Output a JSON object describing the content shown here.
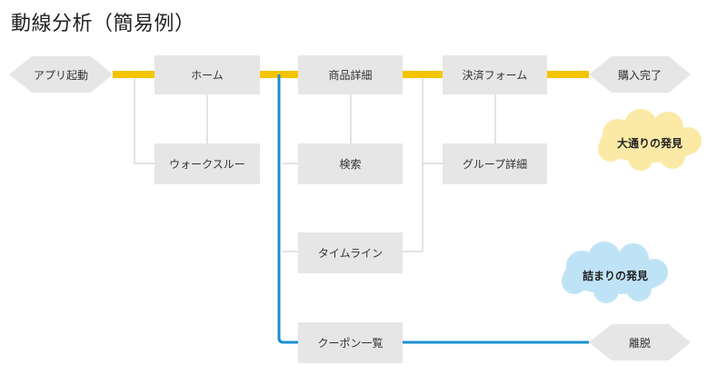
{
  "title": "動線分析（簡易例）",
  "nodes": {
    "start": "アプリ起動",
    "home": "ホーム",
    "product_detail": "商品詳細",
    "payment_form": "決済フォーム",
    "purchase_complete": "購入完了",
    "walkthrough": "ウォークスルー",
    "search": "検索",
    "group_detail": "グループ詳細",
    "timeline": "タイムライン",
    "coupon_list": "クーポン一覧",
    "exit": "離脱"
  },
  "callouts": {
    "main_route": "大通りの発見",
    "bottleneck": "詰まりの発見"
  },
  "colors": {
    "main_flow": "#f5c400",
    "exit_flow": "#1a8fd1",
    "connector": "#c8c8c8",
    "box_fill": "#e6e6e6",
    "yellow_cloud": "#fbe9a6",
    "blue_cloud": "#bfe3f6"
  }
}
